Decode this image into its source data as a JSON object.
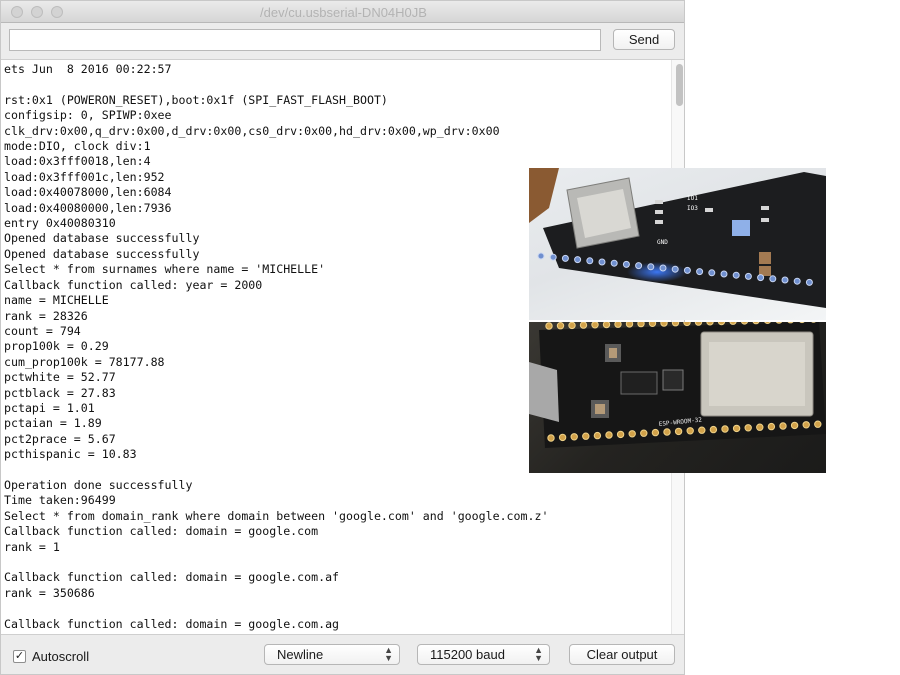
{
  "window": {
    "title": "/dev/cu.usbserial-DN04H0JB",
    "controls": [
      "close",
      "minimize",
      "zoom"
    ]
  },
  "send": {
    "input_value": "",
    "button_label": "Send"
  },
  "output": {
    "lines": [
      "ets Jun  8 2016 00:22:57",
      "",
      "rst:0x1 (POWERON_RESET),boot:0x1f (SPI_FAST_FLASH_BOOT)",
      "configsip: 0, SPIWP:0xee",
      "clk_drv:0x00,q_drv:0x00,d_drv:0x00,cs0_drv:0x00,hd_drv:0x00,wp_drv:0x00",
      "mode:DIO, clock div:1",
      "load:0x3fff0018,len:4",
      "load:0x3fff001c,len:952",
      "load:0x40078000,len:6084",
      "load:0x40080000,len:7936",
      "entry 0x40080310",
      "Opened database successfully",
      "Opened database successfully",
      "Select * from surnames where name = 'MICHELLE'",
      "Callback function called: year = 2000",
      "name = MICHELLE",
      "rank = 28326",
      "count = 794",
      "prop100k = 0.29",
      "cum_prop100k = 78177.88",
      "pctwhite = 52.77",
      "pctblack = 27.83",
      "pctapi = 1.01",
      "pctaian = 1.89",
      "pct2prace = 5.67",
      "pcthispanic = 10.83",
      "",
      "Operation done successfully",
      "Time taken:96499",
      "Select * from domain_rank where domain between 'google.com' and 'google.com.z'",
      "Callback function called: domain = google.com",
      "rank = 1",
      "",
      "Callback function called: domain = google.com.af",
      "rank = 350686",
      "",
      "Callback function called: domain = google.com.ag"
    ]
  },
  "bottom": {
    "autoscroll_label": "Autoscroll",
    "autoscroll_checked": true,
    "line_ending": "Newline",
    "baud_rate": "115200 baud",
    "clear_label": "Clear output"
  },
  "photos": {
    "top_board_labels": [
      "IO1",
      "IO3",
      "GND"
    ],
    "bottom_module_label": "ESP-WROOM-32"
  },
  "colors": {
    "window_bg": "#ececec",
    "output_bg": "#ffffff",
    "title_text": "#b3b3b3",
    "pcb_dark": "#1c1c1c",
    "led_blue": "#2a6bff"
  }
}
